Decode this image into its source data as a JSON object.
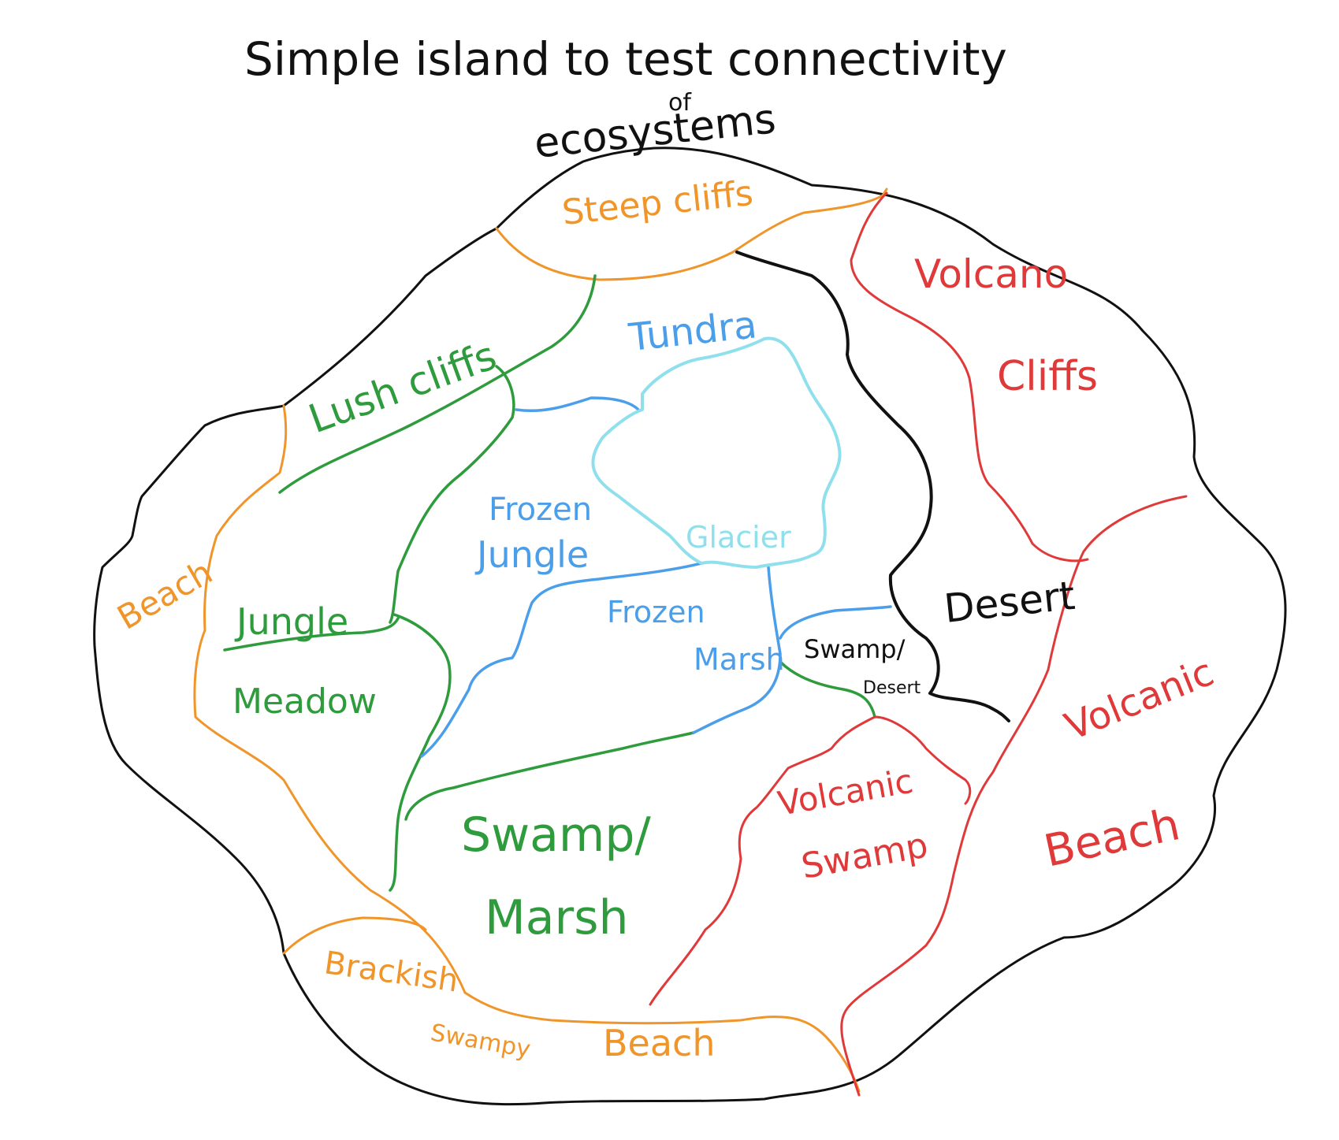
{
  "title": {
    "line1": "Simple island to test connectivity",
    "line2_small": "of",
    "line2": "ecosystems"
  },
  "colors": {
    "outline": "#111111",
    "orange": "#f0952a",
    "green": "#2e9b3c",
    "blue": "#4a9eea",
    "light_blue": "#8fe0ec",
    "red": "#e0393a",
    "black": "#111111"
  },
  "regions": {
    "steep_cliffs": "Steep cliffs",
    "volcano": "Volcano",
    "cliffs": "Cliffs",
    "lush_cliffs": "Lush cliffs",
    "tundra": "Tundra",
    "beach_west": "Beach",
    "frozen_jungle_1": "Frozen",
    "frozen_jungle_2": "Jungle",
    "glacier": "Glacier",
    "jungle": "Jungle",
    "meadow": "Meadow",
    "frozen_marsh_1": "Frozen",
    "frozen_marsh_2": "Marsh",
    "desert": "Desert",
    "swamp_desert_1": "Swamp/",
    "swamp_desert_2": "Desert",
    "volcanic_beach_1": "Volcanic",
    "volcanic_beach_2": "Beach",
    "volcanic_swamp_1": "Volcanic",
    "volcanic_swamp_2": "Swamp",
    "swamp_marsh_1": "Swamp/",
    "swamp_marsh_2": "Marsh",
    "brackish": "Brackish",
    "swampy_beach_1": "Swampy",
    "swampy_beach_2": "Beach"
  }
}
